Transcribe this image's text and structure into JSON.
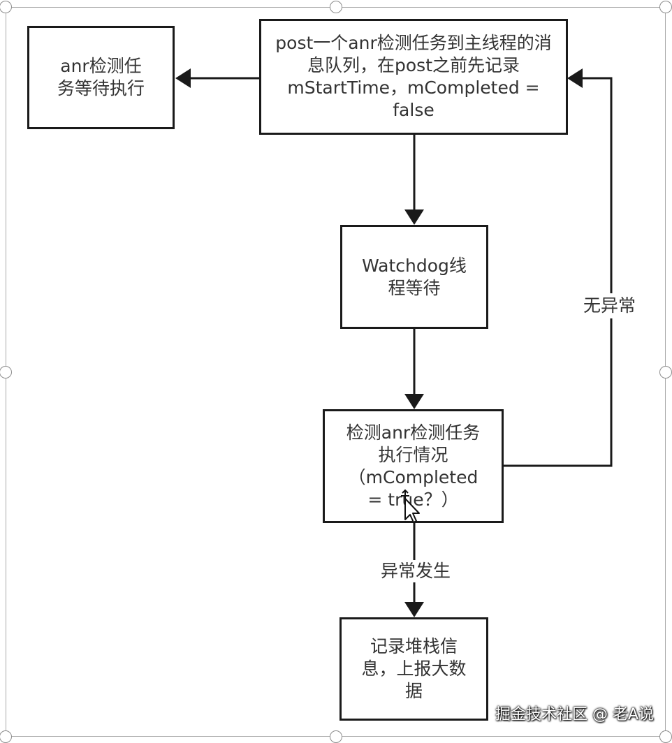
{
  "nodes": {
    "post_task": "post一个anr检测任务到主线程的消息队列，在post之前先记录mStartTime，mCompleted = false",
    "anr_wait": "anr检测任务等待执行",
    "watchdog_wait": "Watchdog线程等待",
    "check_status": "检测anr检测任务执行情况（mCompleted = true？）",
    "record_stack": "记录堆栈信息，上报大数据"
  },
  "edges": {
    "no_exception": "无异常",
    "exception_occurred": "异常发生"
  },
  "watermark": "掘金技术社区 @ 老A说",
  "colors": {
    "line": "#1a1a1a",
    "text": "#333333",
    "frame": "#a8a8a8"
  }
}
